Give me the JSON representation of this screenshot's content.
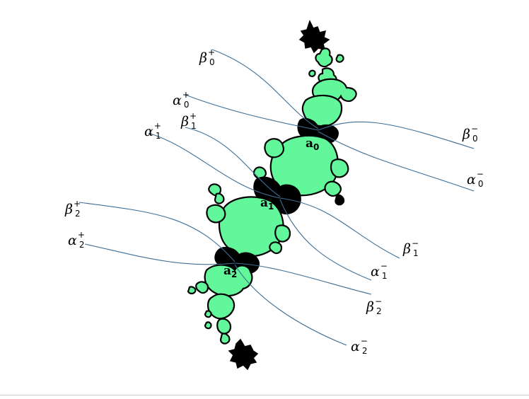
{
  "figure": {
    "fill_color": "#62f79a",
    "outline_color": "#000000",
    "ray_color": "#3d6e96",
    "points": [
      {
        "id": "a0",
        "sym": "a",
        "sub": "0"
      },
      {
        "id": "a1",
        "sym": "a",
        "sub": "1"
      },
      {
        "id": "a2",
        "sym": "a",
        "sub": "2"
      }
    ],
    "rays": [
      {
        "id": "beta0plus",
        "sym": "β",
        "sub": "0",
        "sup": "+"
      },
      {
        "id": "alpha0plus",
        "sym": "α",
        "sub": "0",
        "sup": "+"
      },
      {
        "id": "beta1plus",
        "sym": "β",
        "sub": "1",
        "sup": "+"
      },
      {
        "id": "alpha1plus",
        "sym": "α",
        "sub": "1",
        "sup": "+"
      },
      {
        "id": "beta2plus",
        "sym": "β",
        "sub": "2",
        "sup": "+"
      },
      {
        "id": "alpha2plus",
        "sym": "α",
        "sub": "2",
        "sup": "+"
      },
      {
        "id": "beta0minus",
        "sym": "β",
        "sub": "0",
        "sup": "−"
      },
      {
        "id": "alpha0minus",
        "sym": "α",
        "sub": "0",
        "sup": "−"
      },
      {
        "id": "beta1minus",
        "sym": "β",
        "sub": "1",
        "sup": "−"
      },
      {
        "id": "alpha1minus",
        "sym": "α",
        "sub": "1",
        "sup": "−"
      },
      {
        "id": "beta2minus",
        "sym": "β",
        "sub": "2",
        "sup": "−"
      },
      {
        "id": "alpha2minus",
        "sym": "α",
        "sub": "2",
        "sup": "−"
      }
    ]
  }
}
